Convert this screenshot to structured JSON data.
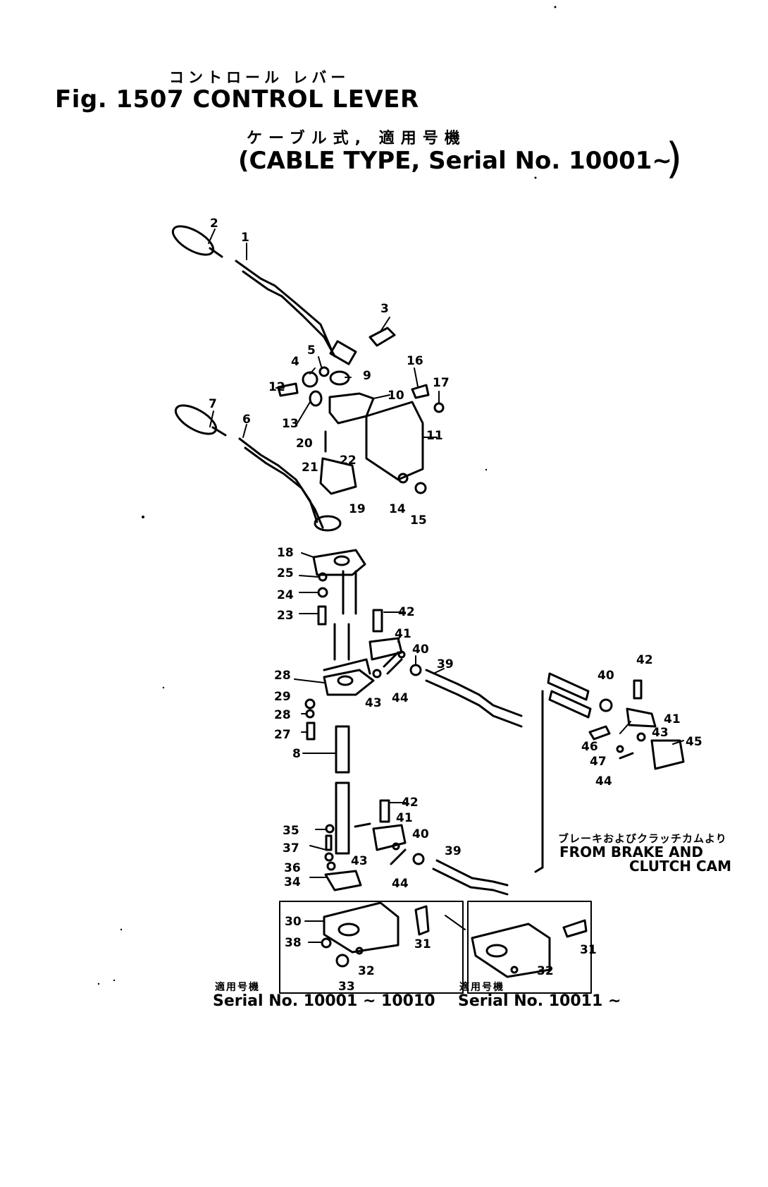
{
  "header": {
    "jp_title": "コントロール レバー",
    "fig_title": "Fig. 1507 CONTROL LEVER",
    "jp_subtitle": "ケーブル式, 適用号機",
    "subtitle": "CABLE TYPE, Serial No. 10001~"
  },
  "notes": {
    "from_jp": "ブレーキおよびクラッチカムより",
    "from_line1": "FROM BRAKE AND",
    "from_line2": "CLUTCH CAM"
  },
  "serial_boxes": [
    {
      "jp": "適用号機",
      "label": "Serial No. 10001 ~ 10010"
    },
    {
      "jp": "適用号機",
      "label": "Serial No. 10011 ~"
    }
  ],
  "callouts": [
    "2",
    "1",
    "3",
    "5",
    "4",
    "9",
    "12",
    "13",
    "16",
    "17",
    "10",
    "11",
    "7",
    "6",
    "20",
    "21",
    "22",
    "19",
    "14",
    "15",
    "18",
    "25",
    "24",
    "23",
    "42",
    "41",
    "40",
    "39",
    "43",
    "44",
    "28",
    "29",
    "28",
    "27",
    "8",
    "42",
    "40",
    "41",
    "43",
    "45",
    "46",
    "47",
    "44",
    "42",
    "41",
    "40",
    "35",
    "37",
    "36",
    "43",
    "39",
    "44",
    "34",
    "30",
    "38",
    "31",
    "32",
    "33",
    "31",
    "32"
  ]
}
